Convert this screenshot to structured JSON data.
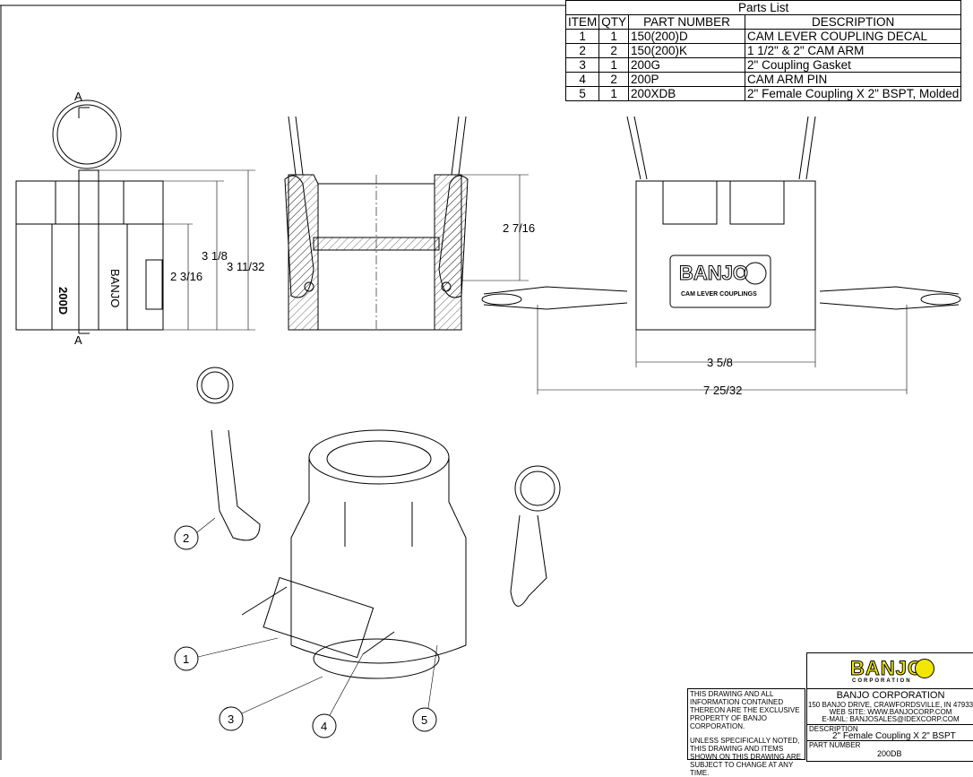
{
  "parts_list": {
    "title": "Parts List",
    "headers": [
      "ITEM",
      "QTY",
      "PART NUMBER",
      "DESCRIPTION"
    ],
    "rows": [
      {
        "item": "1",
        "qty": "1",
        "part": "150(200)D",
        "desc": "CAM LEVER COUPLING DECAL"
      },
      {
        "item": "2",
        "qty": "2",
        "part": "150(200)K",
        "desc": "1 1/2\" & 2\" CAM ARM"
      },
      {
        "item": "3",
        "qty": "1",
        "part": "200G",
        "desc": "2\" Coupling Gasket"
      },
      {
        "item": "4",
        "qty": "2",
        "part": "200P",
        "desc": "CAM ARM PIN"
      },
      {
        "item": "5",
        "qty": "1",
        "part": "200XDB",
        "desc": "2\" Female Coupling X 2\" BSPT, Molded"
      }
    ]
  },
  "drawing": {
    "section_label_top": "A",
    "section_label_bottom": "A",
    "body_text": "200D",
    "brand_text": "BANJO",
    "decal_text": "CAM LEVER COUPLINGS",
    "dims": {
      "overall_height_left": "3 1/8",
      "inner_height_left": "2 3/16",
      "total_height_left": "3 11/32",
      "section_height": "2 7/16",
      "body_width": "3 5/8",
      "overall_width": "7 25/32"
    },
    "balloons": [
      "1",
      "2",
      "3",
      "4",
      "5"
    ]
  },
  "title_block": {
    "logo_text": "BANJO",
    "logo_sub": "CORPORATION",
    "notice1": "THIS DRAWING AND ALL INFORMATION CONTAINED THEREON ARE THE EXCLUSIVE PROPERTY OF BANJO CORPORATION.",
    "notice2": "UNLESS SPECIFICALLY NOTED, THIS DRAWING AND ITEMS SHOWN ON THIS DRAWING ARE SUBJECT TO CHANGE AT ANY TIME.",
    "company": "BANJO CORPORATION",
    "address": "150 BANJO DRIVE, CRAWFORDSVILLE, IN 47933",
    "web": "WEB SITE: WWW.BANJOCORP.COM",
    "email": "E-MAIL: BANJOSALES@IDEXCORP.COM",
    "description_label": "DESCRIPTION",
    "description": "2\" Female Coupling X 2\" BSPT",
    "part_number_label": "PART NUMBER",
    "part_number": "200DB"
  },
  "colors": {
    "logo_yellow": "#f2e600",
    "line": "#000000"
  }
}
